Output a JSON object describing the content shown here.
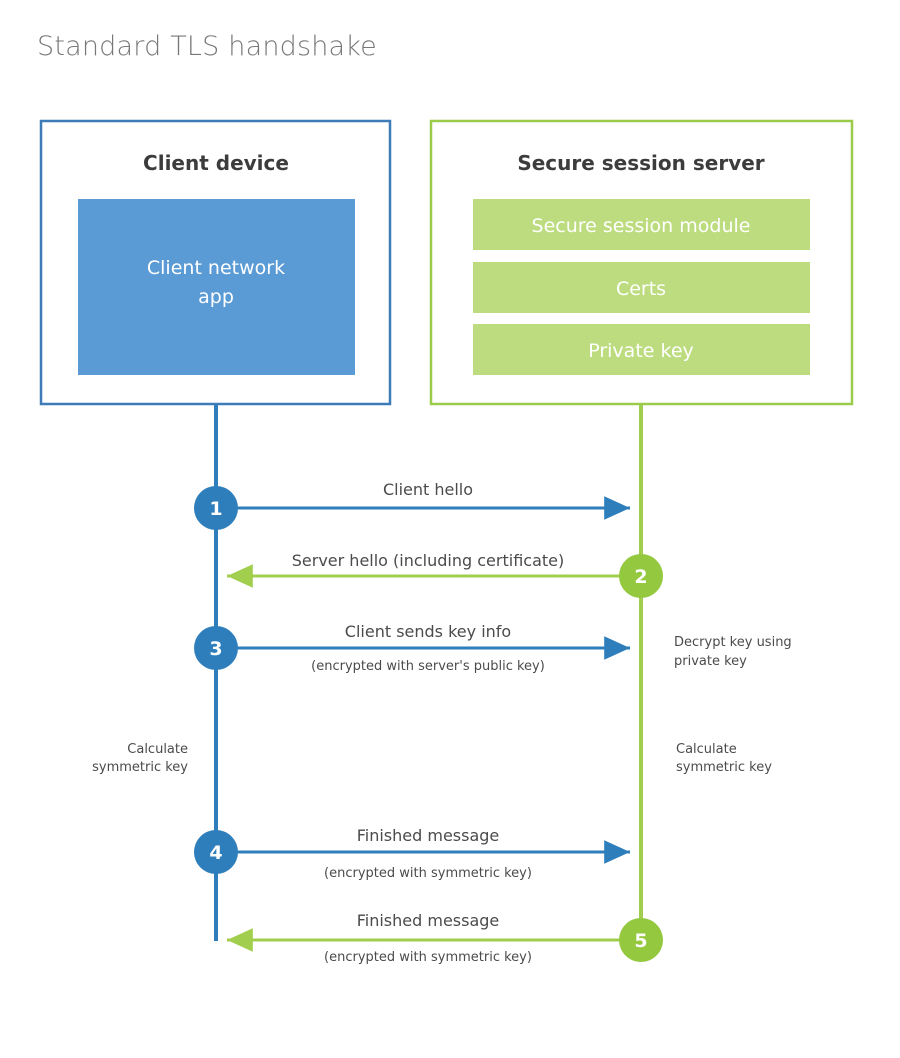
{
  "title": "Standard TLS handshake",
  "colors": {
    "client_border": "#3E7CB8",
    "client_fill": "#5B9BD5",
    "server_border": "#9BCB4B",
    "server_fill": "#BDDC7F",
    "blue_line": "#2E7EBB",
    "green_line": "#A2CE4E",
    "blue_circle": "#2E7EBB",
    "green_circle": "#93C83F",
    "title_text": "#777777",
    "body_text": "#4b4b4b",
    "heading_text": "#3c3c3c",
    "background": "#ffffff"
  },
  "client": {
    "title": "Client device",
    "app_label_line1": "Client network",
    "app_label_line2": "app"
  },
  "server": {
    "title": "Secure session server",
    "modules": [
      {
        "label": "Secure session module"
      },
      {
        "label": "Certs"
      },
      {
        "label": "Private key"
      }
    ]
  },
  "steps": [
    {
      "number": "1",
      "direction": "client-to-server",
      "main": "Client hello",
      "sub": ""
    },
    {
      "number": "2",
      "direction": "server-to-client",
      "main": "Server hello (including certificate)",
      "sub": ""
    },
    {
      "number": "3",
      "direction": "client-to-server",
      "main": "Client sends key info",
      "sub": "(encrypted with server's public key)"
    },
    {
      "number": "4",
      "direction": "client-to-server",
      "main": "Finished message",
      "sub": "(encrypted with symmetric key)"
    },
    {
      "number": "5",
      "direction": "server-to-client",
      "main": "Finished message",
      "sub": "(encrypted with symmetric key)"
    }
  ],
  "annotations": {
    "decrypt_line1": "Decrypt key using",
    "decrypt_line2": "private key",
    "client_calc_line1": "Calculate",
    "client_calc_line2": "symmetric key",
    "server_calc_line1": "Calculate",
    "server_calc_line2": "symmetric key"
  }
}
